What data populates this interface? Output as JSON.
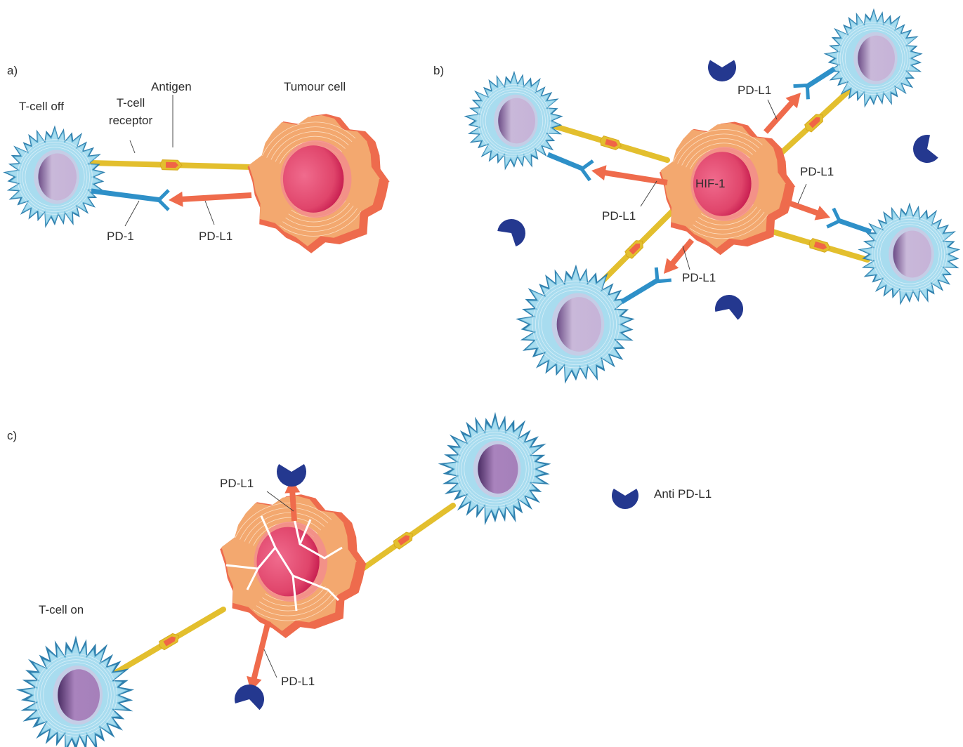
{
  "panels": {
    "a": {
      "letter": "a)",
      "t_cell_label": "T-cell off",
      "receptor_label_line1": "T-cell",
      "receptor_label_line2": "receptor",
      "antigen_label": "Antigen",
      "tumour_label": "Tumour cell",
      "pd1_label": "PD-1",
      "pdl1_label": "PD-L1"
    },
    "b": {
      "letter": "b)",
      "hif_label": "HIF-1",
      "pdl1_labels": [
        "PD-L1",
        "PD-L1",
        "PD-L1",
        "PD-L1"
      ]
    },
    "c": {
      "letter": "c)",
      "t_cell_label": "T-cell on",
      "pdl1_labels": [
        "PD-L1",
        "PD-L1"
      ]
    }
  },
  "legend": {
    "label": "Anti PD-L1",
    "icon": "anti-pd-l1-antibody-icon"
  },
  "colors": {
    "tcell_body": "#a8dcef",
    "tcell_dark": "#2f7fad",
    "tcell_nucleus_off": "#c7b4d7",
    "tcell_nucleus_on": "#a783bb",
    "tumour_outer": "#ee6b4d",
    "tumour_body": "#f3a86f",
    "tumour_nucleus": "#e0456b",
    "tcr_line": "#e3bf2e",
    "antigen": "#f06546",
    "pd1": "#2e90c8",
    "pdl1": "#ef6b4c",
    "antibody": "#24388f"
  }
}
